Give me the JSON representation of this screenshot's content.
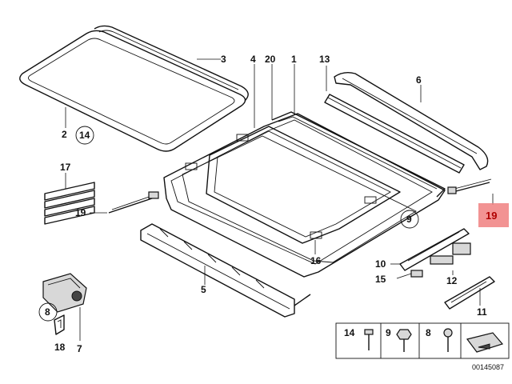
{
  "diagram": {
    "highlight_color": "#f08080",
    "callouts": [
      {
        "id": "c3",
        "text": "3"
      },
      {
        "id": "c4",
        "text": "4"
      },
      {
        "id": "c20",
        "text": "20"
      },
      {
        "id": "c1",
        "text": "1"
      },
      {
        "id": "c13",
        "text": "13"
      },
      {
        "id": "c6",
        "text": "6"
      },
      {
        "id": "c2",
        "text": "2"
      },
      {
        "id": "c14",
        "text": "14"
      },
      {
        "id": "c17",
        "text": "17"
      },
      {
        "id": "c19a",
        "text": "19"
      },
      {
        "id": "c19b",
        "text": "19"
      },
      {
        "id": "c9",
        "text": "9"
      },
      {
        "id": "c16",
        "text": "16"
      },
      {
        "id": "c10",
        "text": "10"
      },
      {
        "id": "c15",
        "text": "15"
      },
      {
        "id": "c12",
        "text": "12"
      },
      {
        "id": "c5",
        "text": "5"
      },
      {
        "id": "c8",
        "text": "8"
      },
      {
        "id": "c18",
        "text": "18"
      },
      {
        "id": "c7",
        "text": "7"
      },
      {
        "id": "c11",
        "text": "11"
      }
    ],
    "legend": {
      "items": [
        {
          "text": "14"
        },
        {
          "text": "9"
        },
        {
          "text": "8"
        }
      ]
    },
    "diagram_number": "00145087"
  }
}
